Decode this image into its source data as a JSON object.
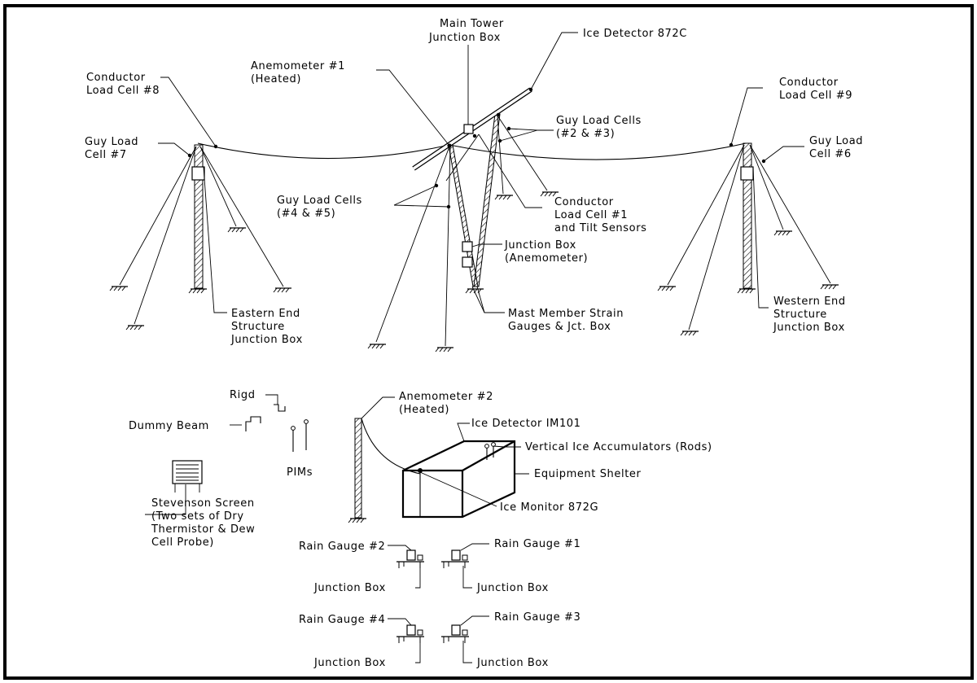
{
  "labels": {
    "main_tower_jb": [
      "Main Tower",
      "Junction Box"
    ],
    "ice_detector_872c": "Ice Detector 872C",
    "anemometer_1": [
      "Anemometer #1",
      "(Heated)"
    ],
    "conductor_load_cell_8": [
      "Conductor",
      "Load Cell #8"
    ],
    "guy_load_cell_7": [
      "Guy Load",
      "Cell #7"
    ],
    "guy_load_cells_2_3": [
      "Guy Load Cells",
      "(#2 & #3)"
    ],
    "conductor_load_cell_9": [
      "Conductor",
      "Load Cell #9"
    ],
    "guy_load_cell_6": [
      "Guy Load",
      "Cell #6"
    ],
    "guy_load_cells_4_5": [
      "Guy Load Cells",
      "(#4 & #5)"
    ],
    "conductor_load_cell_1": [
      "Conductor",
      "Load Cell #1",
      "and Tilt Sensors"
    ],
    "junction_box_anemometer": [
      "Junction Box",
      "(Anemometer)"
    ],
    "eastern_end_jb": [
      "Eastern End",
      "Structure",
      "Junction Box"
    ],
    "mast_member_strain": [
      "Mast Member Strain",
      "Gauges & Jct. Box"
    ],
    "western_end_jb": [
      "Western End",
      "Structure",
      "Junction Box"
    ],
    "rigd": "Rigd",
    "dummy_beam": "Dummy Beam",
    "pims": "PIMs",
    "anemometer_2": [
      "Anemometer #2",
      "(Heated)"
    ],
    "ice_detector_im101": "Ice Detector IM101",
    "vertical_ice_accumulators": "Vertical Ice Accumulators (Rods)",
    "equipment_shelter": "Equipment Shelter",
    "ice_monitor_872g": "Ice Monitor 872G",
    "stevenson_screen": [
      "Stevenson Screen",
      "(Two sets of Dry",
      "Thermistor & Dew",
      "Cell Probe)"
    ],
    "rain_gauge_1": "Rain Gauge #1",
    "rain_gauge_2": "Rain Gauge #2",
    "rain_gauge_3": "Rain Gauge #3",
    "rain_gauge_4": "Rain Gauge #4",
    "junction_box": "Junction Box"
  }
}
